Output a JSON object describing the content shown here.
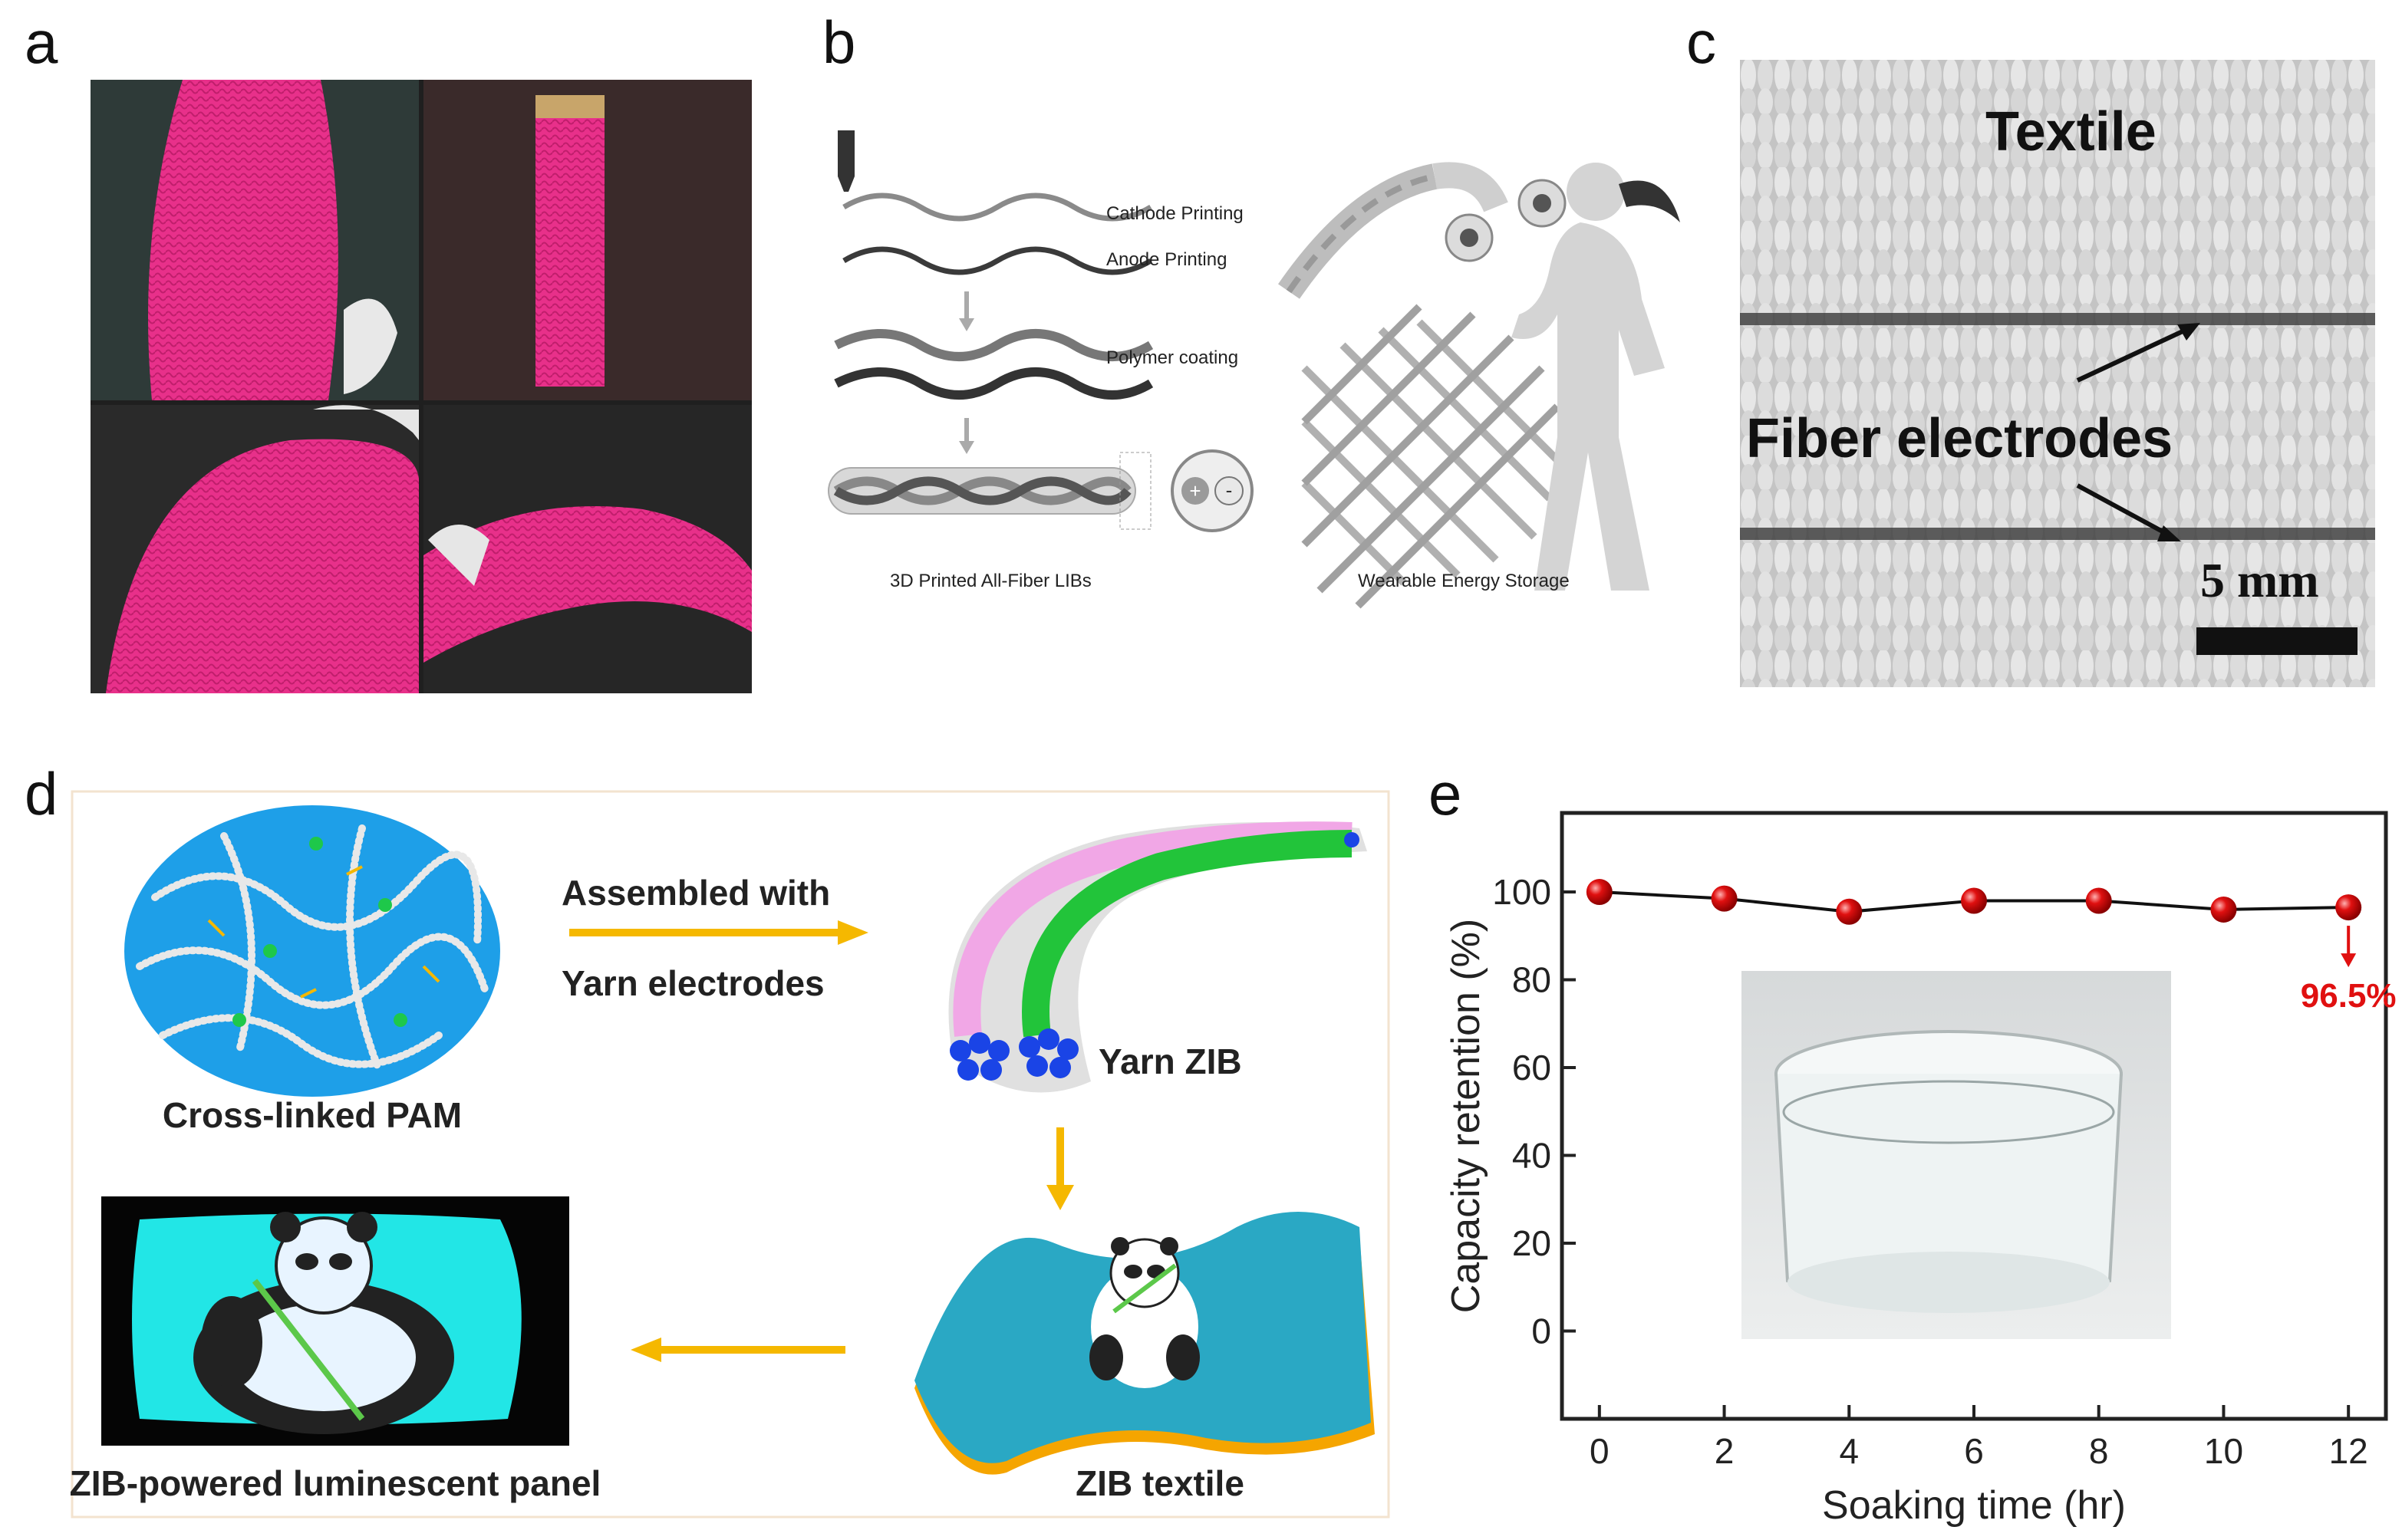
{
  "panels": {
    "a": {
      "letter": "a"
    },
    "b": {
      "letter": "b",
      "cathode": "Cathode Printing",
      "anode": "Anode Printing",
      "polymer": "Polymer coating",
      "caption_left": "3D Printed All-Fiber LIBs",
      "caption_right": "Wearable Energy Storage",
      "plus": "+",
      "minus": "-"
    },
    "c": {
      "letter": "c",
      "textile": "Textile",
      "fiber": "Fiber electrodes",
      "scale": "5 mm"
    },
    "d": {
      "letter": "d",
      "pam": "Cross-linked PAM",
      "assembled_1": "Assembled with",
      "assembled_2": "Yarn electrodes",
      "yarn_zib": "Yarn ZIB",
      "zib_textile": "ZIB textile",
      "panel_label": "ZIB-powered luminescent panel"
    },
    "e": {
      "letter": "e"
    }
  },
  "colors": {
    "pink": "#e8308a",
    "arrow_orange": "#f5b800",
    "pam_blue": "#1e9fe8",
    "glow_cyan": "#22e6e6",
    "marker_red": "#e01010"
  },
  "chart_data": {
    "type": "line",
    "x": [
      0,
      2,
      4,
      6,
      8,
      10,
      12
    ],
    "values": [
      100,
      98.5,
      95.5,
      98,
      98,
      96,
      96.5
    ],
    "xlabel": "Soaking time (hr)",
    "ylabel": "Capacity retention (%)",
    "xlim": [
      -0.6,
      12.6
    ],
    "ylim": [
      -20,
      118
    ],
    "xticks": [
      "0",
      "2",
      "4",
      "6",
      "8",
      "10",
      "12"
    ],
    "yticks": [
      "0",
      "20",
      "40",
      "60",
      "80",
      "100"
    ],
    "annotation": "96.5%",
    "marker_color": "#e01010"
  }
}
